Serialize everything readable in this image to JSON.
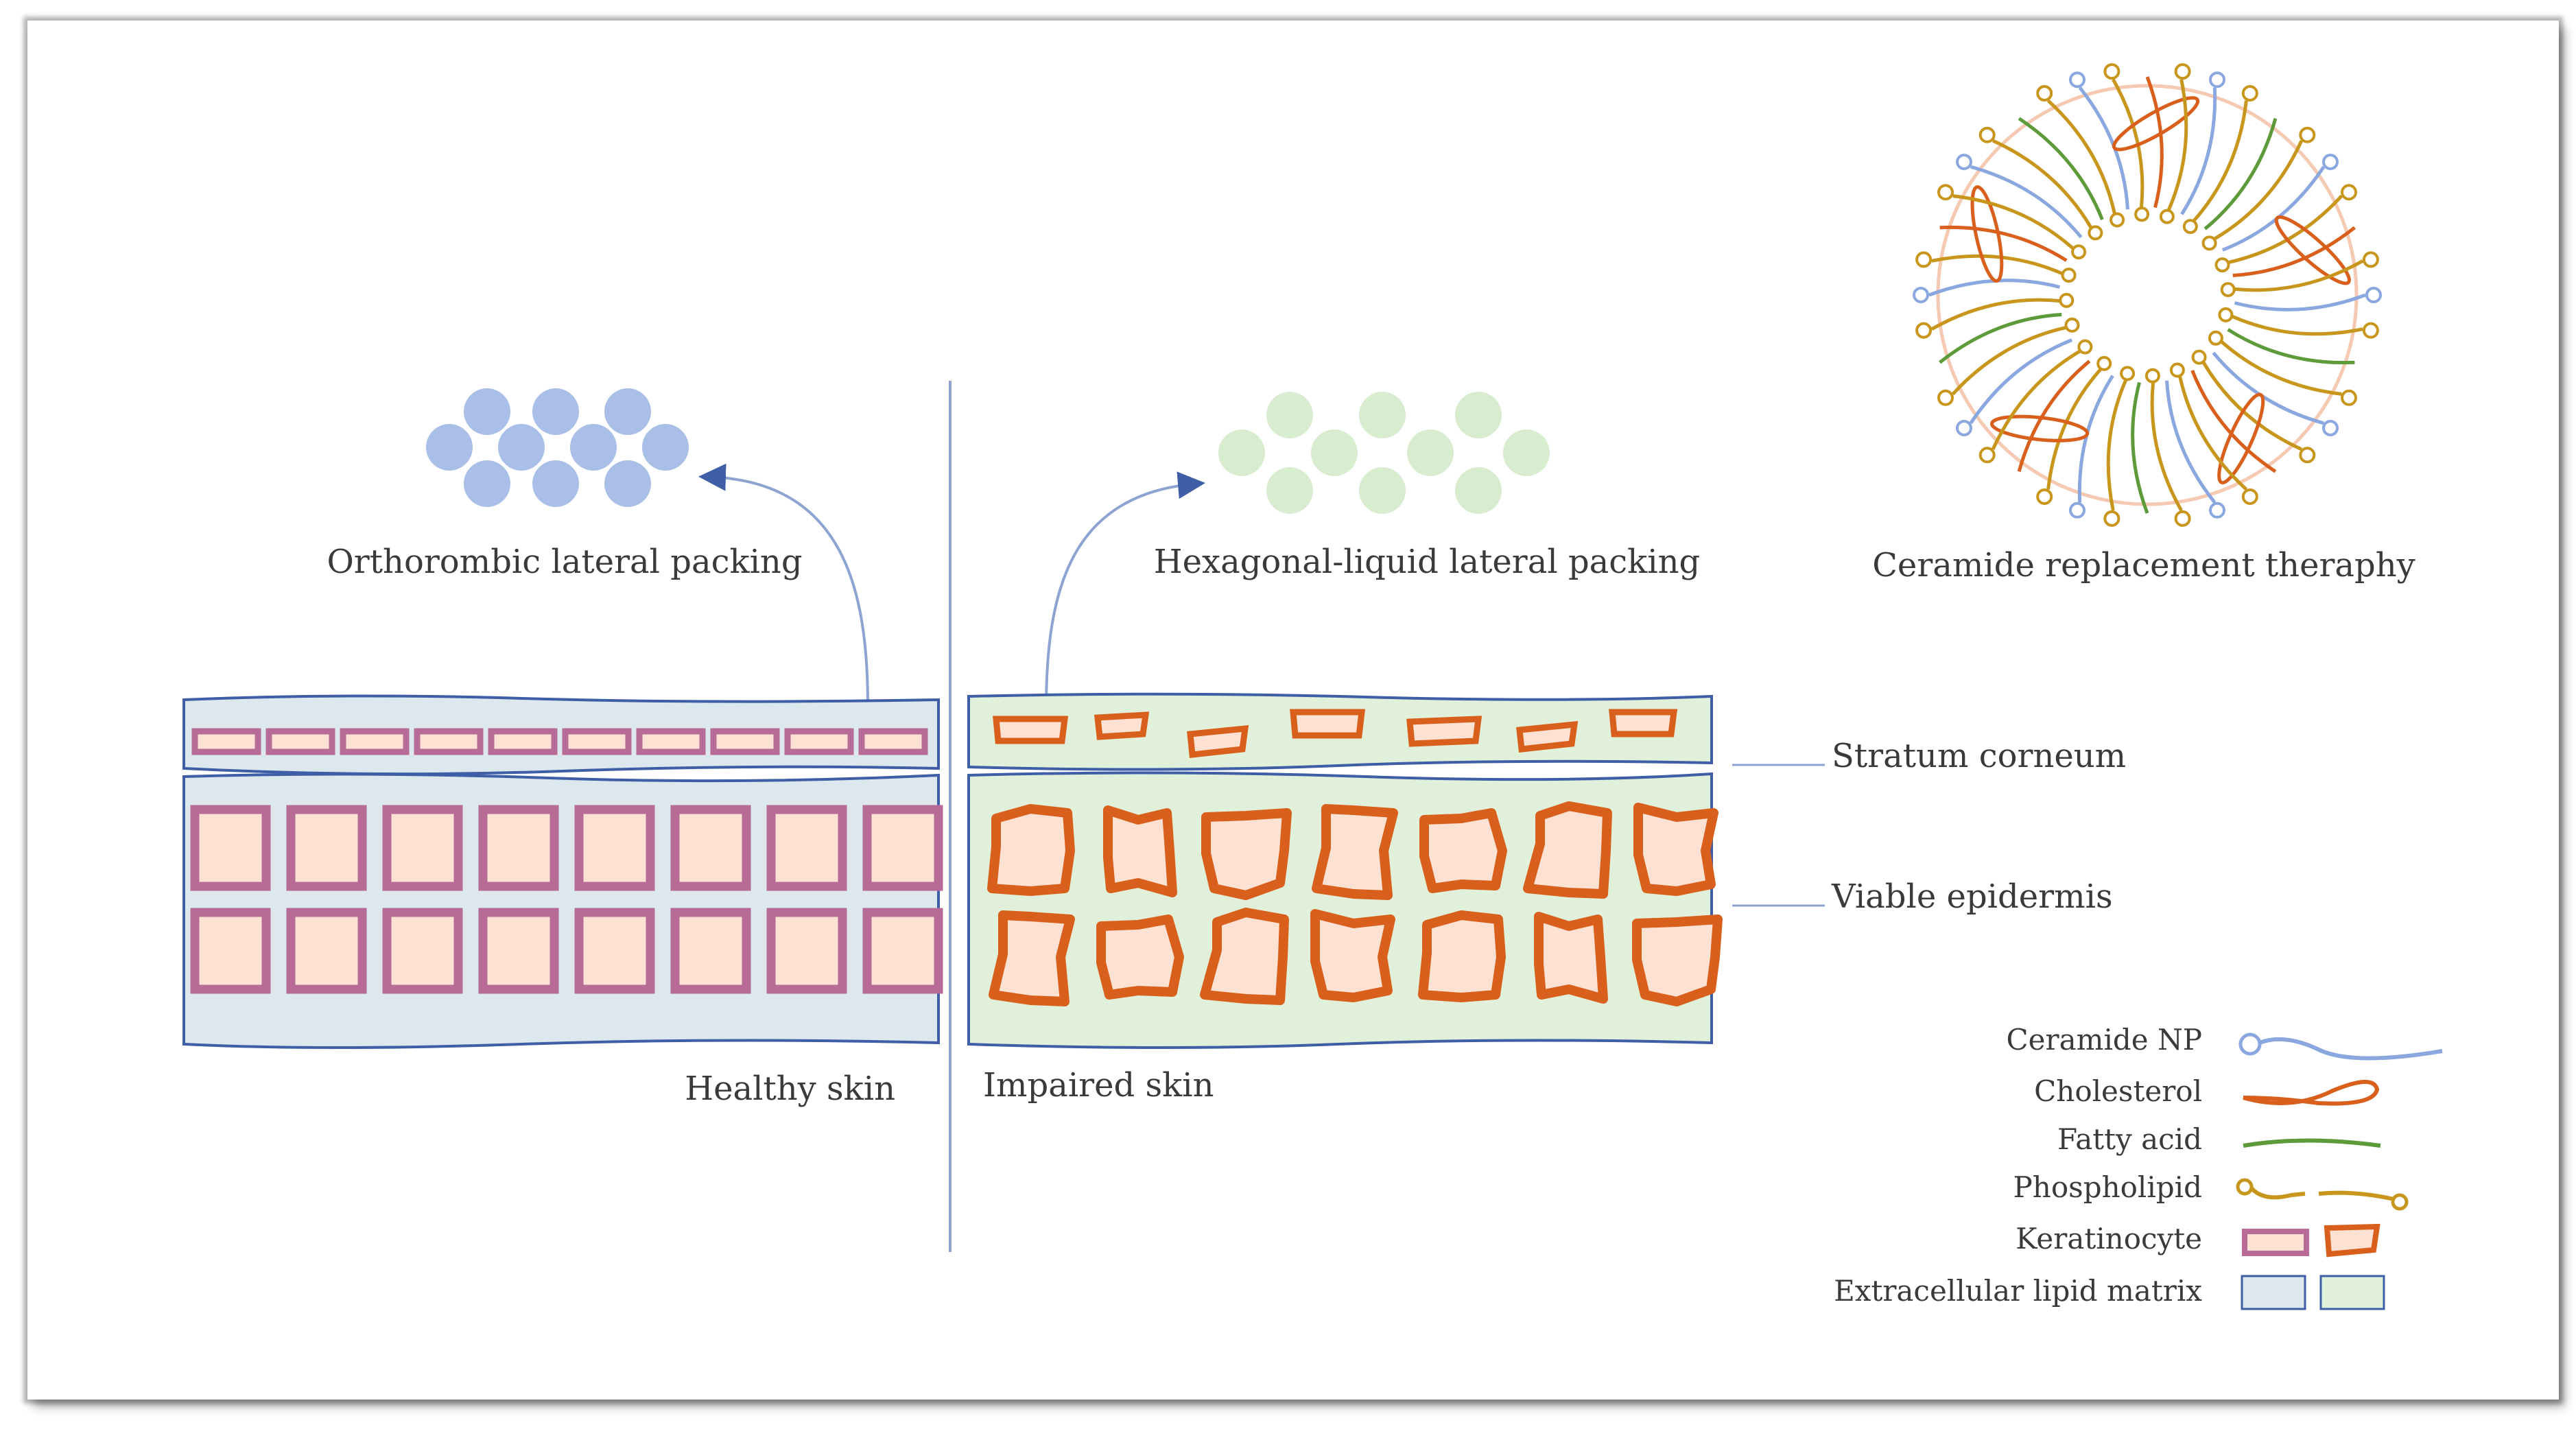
{
  "labels": {
    "orthorombic": "Orthorombic lateral packing",
    "hexagonal": "Hexagonal-liquid lateral packing",
    "ceramide_therapy": "Ceramide replacement theraphy",
    "stratum_corneum": "Stratum corneum",
    "viable_epidermis": "Viable epidermis",
    "healthy_skin": "Healthy skin",
    "impaired_skin": "Impaired skin"
  },
  "legend": {
    "ceramide_np": "Ceramide NP",
    "cholesterol": "Cholesterol",
    "fatty_acid": "Fatty acid",
    "phospholipid": "Phospholipid",
    "keratinocyte": "Keratinocyte",
    "extracellular_lipid_matrix": "Extracellular lipid matrix"
  },
  "colors": {
    "healthy_matrix": "#dde8ee",
    "impaired_matrix": "#e1f0da",
    "healthy_keratinocyte_border": "#b86b97",
    "impaired_keratinocyte_border": "#d9601c",
    "keratinocyte_fill": "#fde2d3",
    "layer_border": "#3e5ea6",
    "healthy_lipid": "#a9bfe8",
    "impaired_lipid": "#d8ecd0",
    "ceramide_np": "#8aa7df",
    "cholesterol": "#d9601c",
    "fatty_acid": "#5c9a3a",
    "phospholipid": "#c8961c",
    "connector": "#9fb3d9"
  }
}
